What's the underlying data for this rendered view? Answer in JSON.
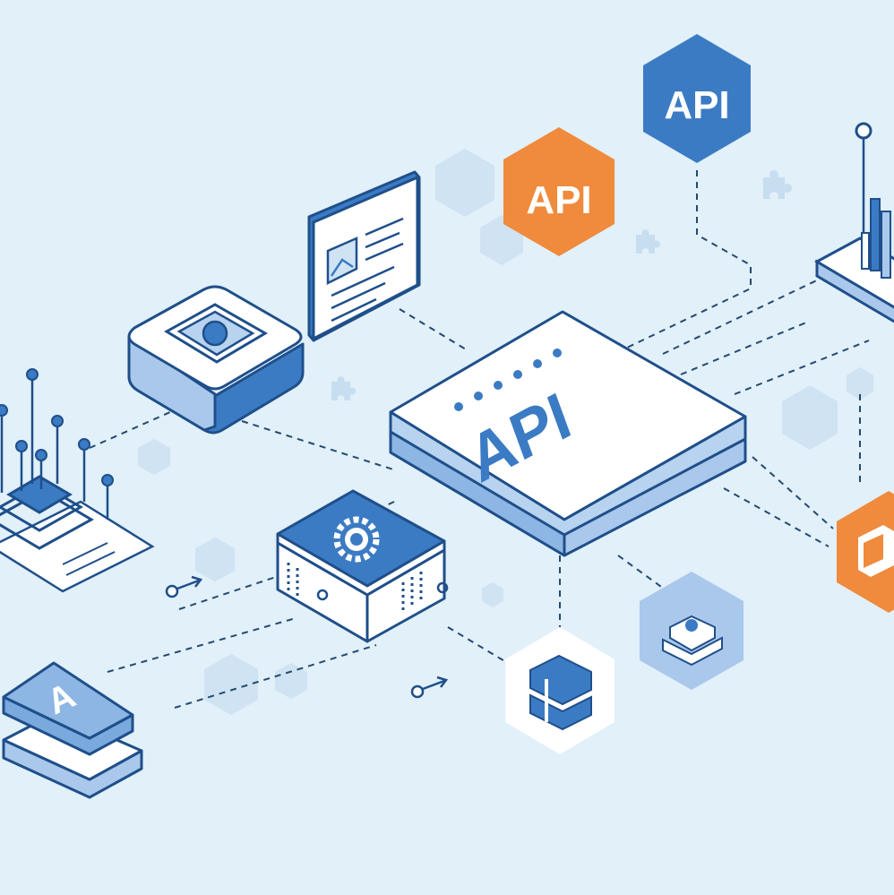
{
  "diagram": {
    "hub_label": "API",
    "badge_orange_label": "API",
    "badge_blue_label": "API",
    "tile_label": "A"
  },
  "colors": {
    "background": "#e1f0f9",
    "outline": "#1f4f8a",
    "accent_blue": "#3b7bc4",
    "accent_orange": "#f08a3c",
    "face": "#ffffff",
    "side": "#a9c8eb",
    "hex_faint": "#cfe3f3"
  },
  "icons": [
    "puzzle-piece-icon",
    "gear-icon",
    "document-image-icon",
    "package-box-icon",
    "database-icon",
    "bar-chart-icon",
    "connector-arrow-icon"
  ]
}
